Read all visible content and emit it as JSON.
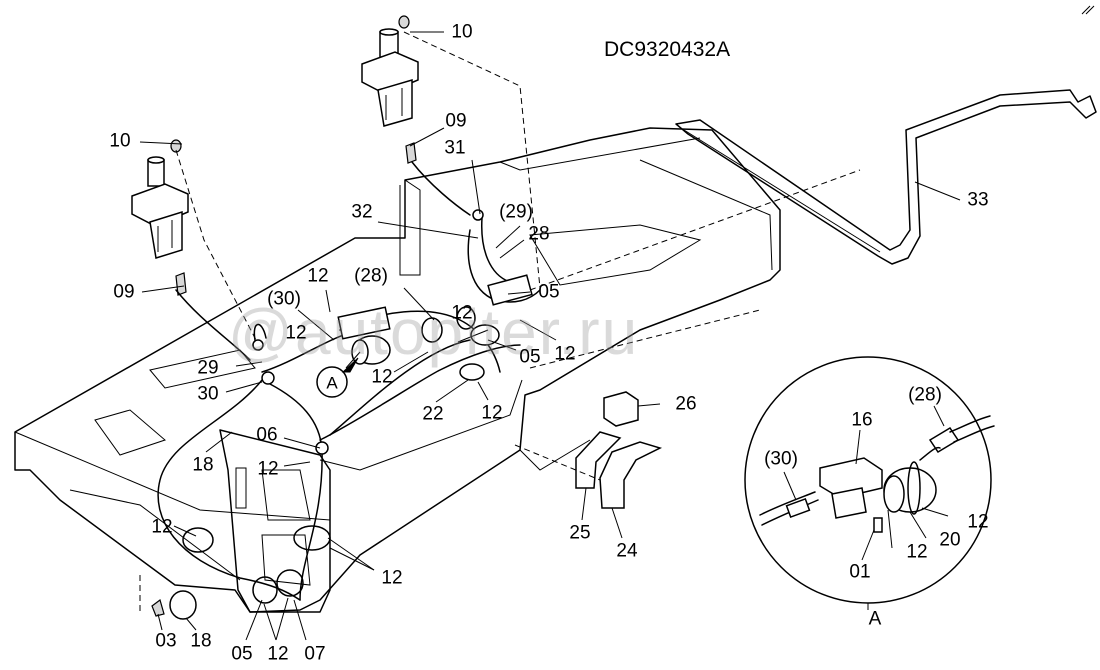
{
  "drawing_code": "DC9320432A",
  "watermark": "@autopiter.ru",
  "callouts": {
    "c10_top": "10",
    "c10_left": "10",
    "c09_top": "09",
    "c09_left": "09",
    "c31": "31",
    "c29_paren": "(29)",
    "c32": "32",
    "c28": "28",
    "c33": "33",
    "c05_right": "05",
    "c12_a": "12",
    "c28_paren": "(28)",
    "c12_b": "12",
    "c12_c": "12",
    "c30_paren": "(30)",
    "c12_d": "12",
    "c05_mid": "05",
    "c12_e": "12",
    "c29": "29",
    "c30": "30",
    "c12_f": "12",
    "c22": "22",
    "c12_g": "12",
    "c06": "06",
    "c18_mid": "18",
    "c12_h": "12",
    "c26": "26",
    "c12_i": "12",
    "c12_j": "12",
    "c25": "25",
    "c24": "24",
    "c03": "03",
    "c18_bot": "18",
    "c05_bot": "05",
    "c12_bot": "12",
    "c07": "07",
    "view_marker": "A"
  },
  "detail": {
    "c16": "16",
    "c28_paren": "(28)",
    "c30_paren": "(30)",
    "c12_r": "12",
    "c20": "20",
    "c12_l": "12",
    "c01": "01",
    "view_label": "A"
  }
}
